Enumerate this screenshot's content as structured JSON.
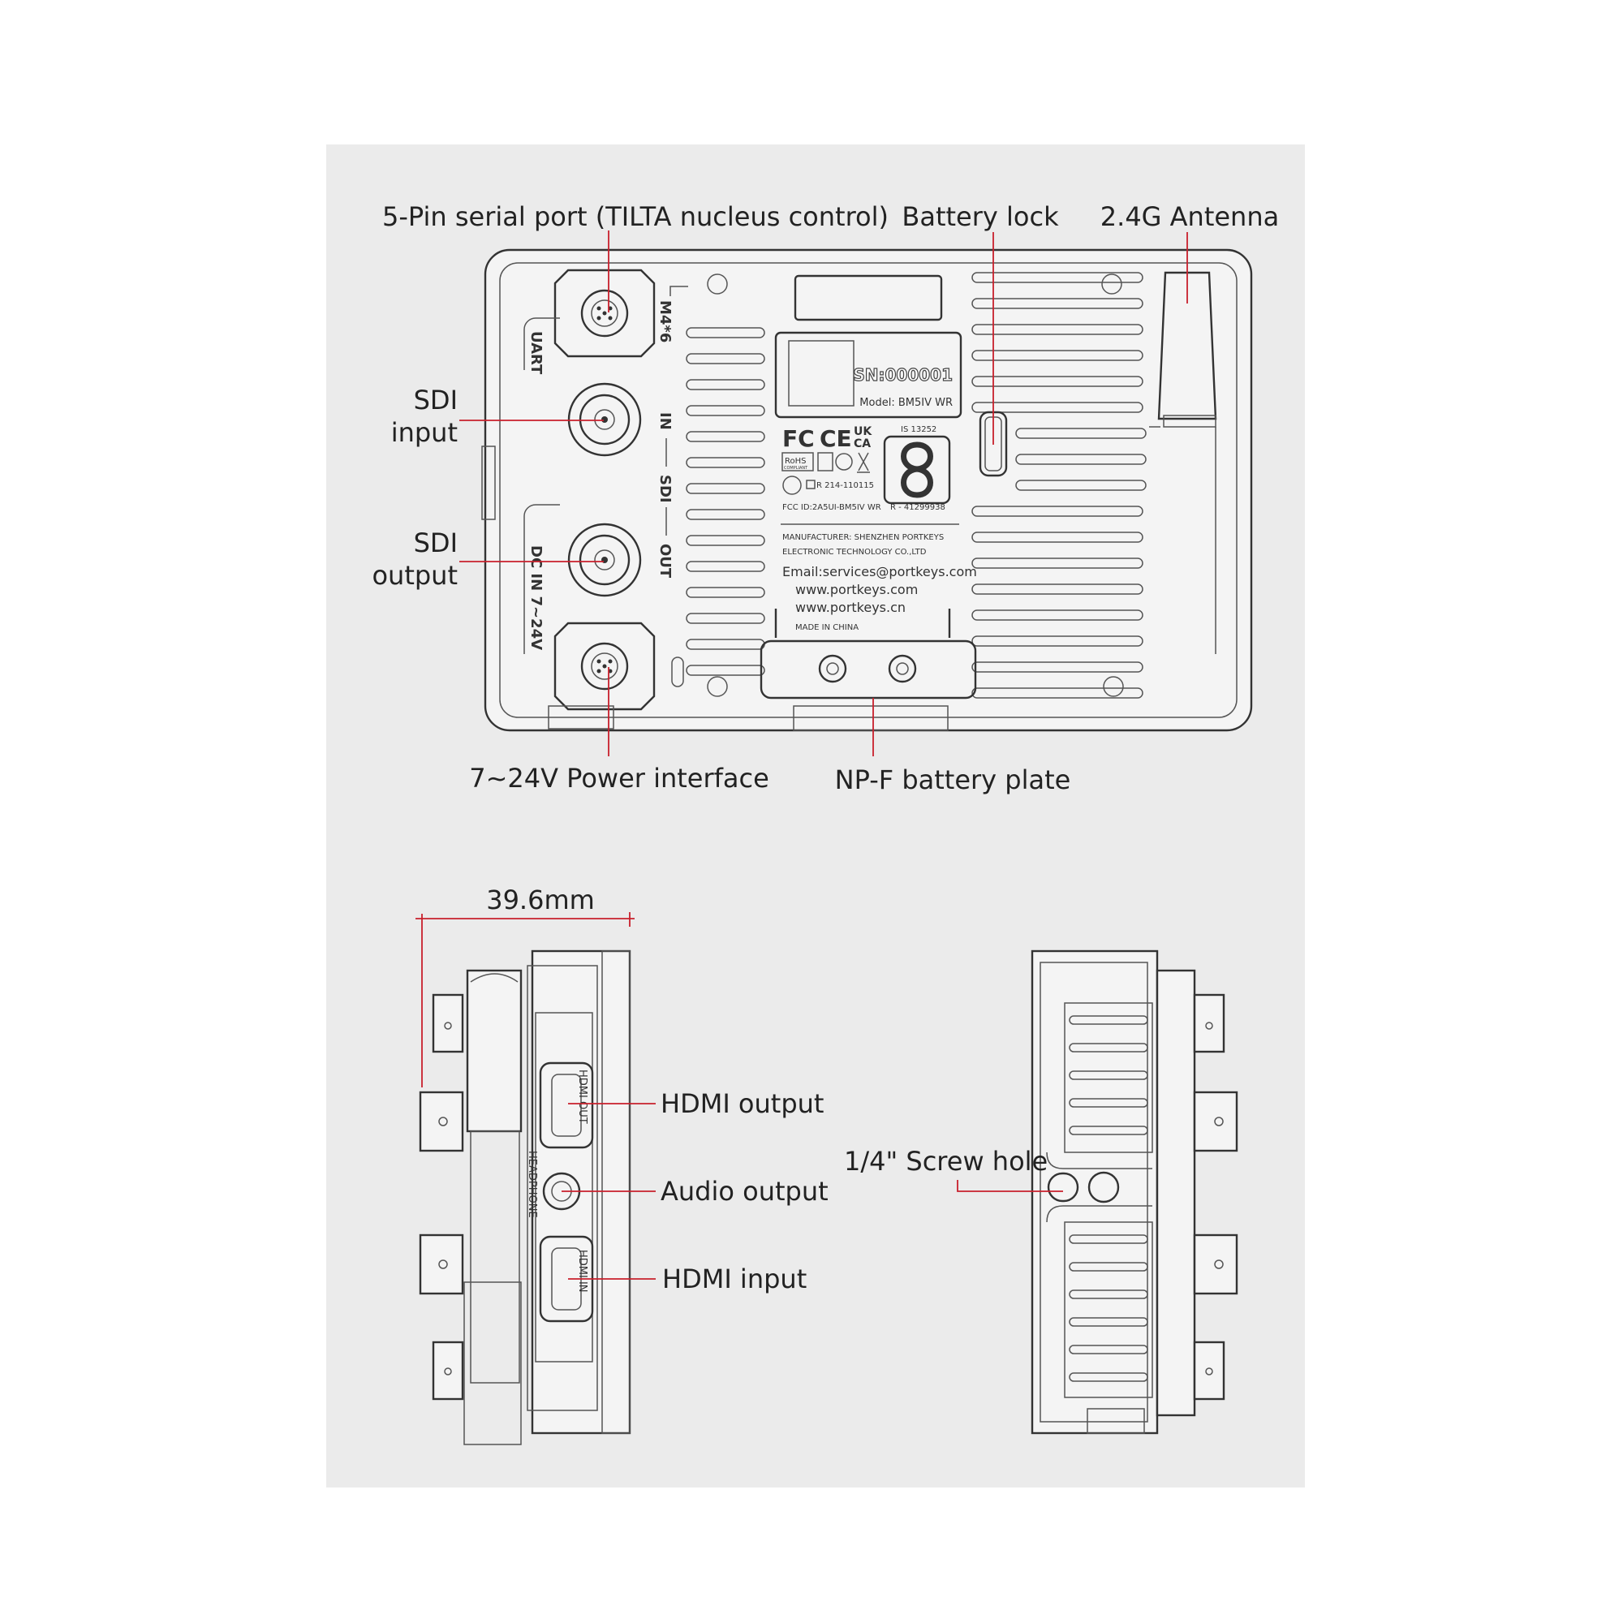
{
  "callouts": {
    "serial_port": "5-Pin serial port (TILTA nucleus control)",
    "battery_lock": "Battery lock",
    "antenna": "2.4G Antenna",
    "sdi_input_1": "SDI",
    "sdi_input_2": "input",
    "sdi_output_1": "SDI",
    "sdi_output_2": "output",
    "power": "7~24V Power interface",
    "battery_plate": "NP-F battery plate",
    "dimension": "39.6mm",
    "hdmi_output": "HDMI output",
    "audio_output": "Audio output",
    "hdmi_input": "HDMI input",
    "screw_hole": "1/4\" Screw hole"
  },
  "device_marks": {
    "uart": "UART",
    "m4": "M4*6",
    "sdi_in": "IN",
    "sdi": "SDI",
    "sdi_out": "OUT",
    "dc_in": "DC IN 7~24V",
    "hdmi_out": "HDMI OUT",
    "headphone": "HEADPHONE",
    "hdmi_in": "HDMI IN"
  },
  "label_plate": {
    "sn": "SN:000001",
    "model": "Model: BM5IV WR",
    "is_code": "IS 13252",
    "ukca_1": "UK",
    "ukca_2": "CA",
    "rohs": "RoHS",
    "rohs_sub": "COMPLIANT",
    "r_code": "R 214-110115",
    "fcc_id": "FCC ID:2A5UI-BM5IV WR",
    "r_number": "R - 41299938",
    "manufacturer_1": "MANUFACTURER: SHENZHEN PORTKEYS",
    "manufacturer_2": "ELECTRONIC TECHNOLOGY CO.,LTD",
    "email": "Email:services@portkeys.com",
    "web_1": "www.portkeys.com",
    "web_2": "www.portkeys.cn",
    "origin": "MADE IN CHINA"
  },
  "colors": {
    "panel": "#ebebeb",
    "line": "#333333",
    "callout": "#c8202c"
  }
}
